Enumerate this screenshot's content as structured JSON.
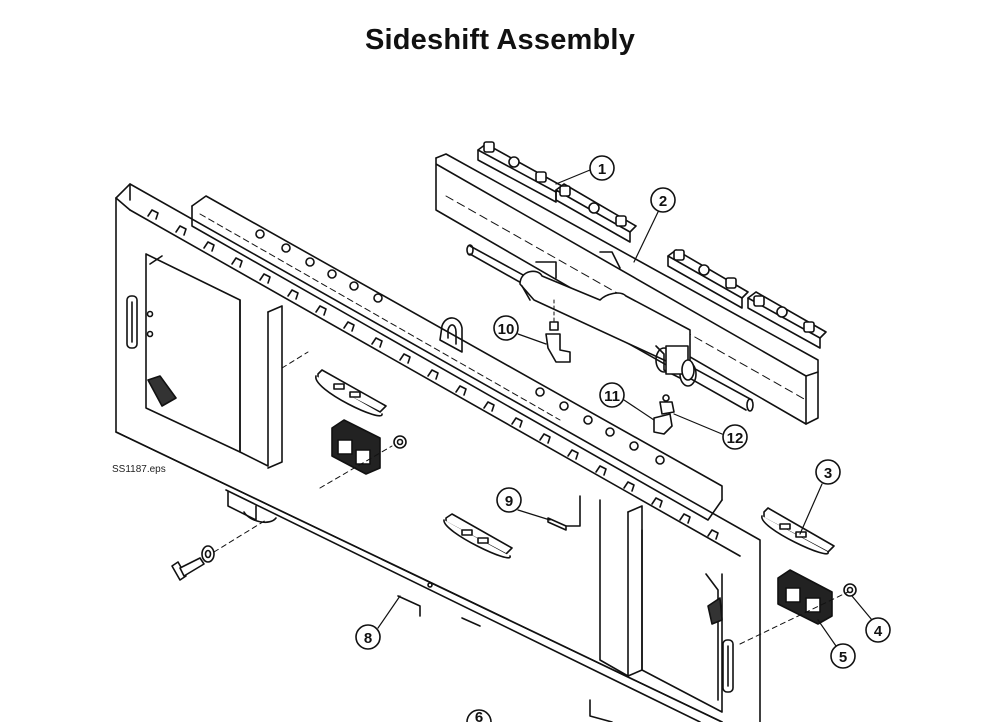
{
  "page": {
    "title": "Sideshift Assembly",
    "file_ref": "SS1187.eps"
  },
  "callouts": [
    {
      "num": "1"
    },
    {
      "num": "2"
    },
    {
      "num": "3"
    },
    {
      "num": "4"
    },
    {
      "num": "5"
    },
    {
      "num": "6"
    },
    {
      "num": "8"
    },
    {
      "num": "9"
    },
    {
      "num": "10"
    },
    {
      "num": "11"
    },
    {
      "num": "12"
    }
  ]
}
